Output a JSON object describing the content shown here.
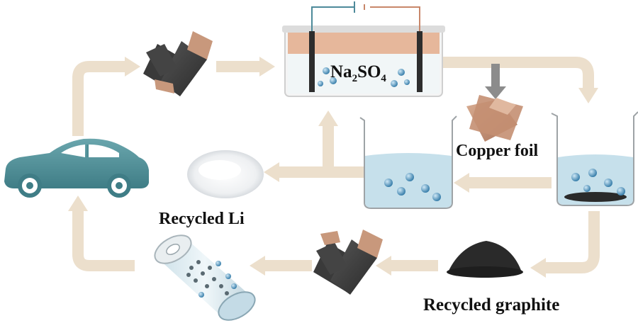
{
  "labels": {
    "electrolyte_main": "Na",
    "electrolyte_sub1": "2",
    "electrolyte_mid": "SO",
    "electrolyte_sub2": "4",
    "copper_foil": "Copper foil",
    "recycled_li": "Recycled Li",
    "recycled_graphite": "Recycled graphite"
  },
  "colors": {
    "arrow": "#ecdfcc",
    "arrow_gray": "#8c8c8c",
    "car": "#4f8f96",
    "copper": "#c8987c",
    "graphite": "#2a2a2a",
    "liquid": "#b9d8e6",
    "bubble": "#3f86b0",
    "electrode_wire_blue": "#4d8a9a",
    "electrode_wire_red": "#c8876a"
  }
}
